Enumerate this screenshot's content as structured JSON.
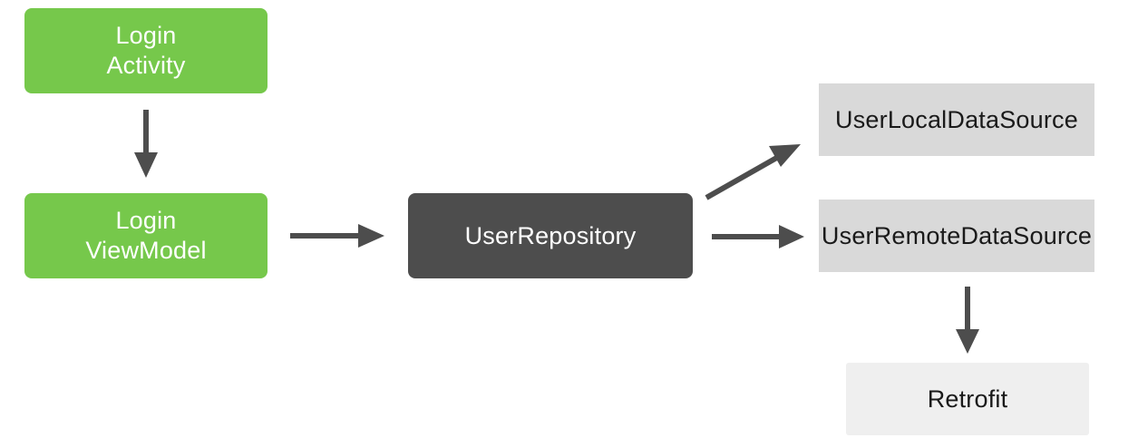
{
  "nodes": {
    "login_activity": {
      "lines": [
        "Login",
        "Activity"
      ],
      "color": "#76c84b"
    },
    "login_viewmodel": {
      "lines": [
        "Login",
        "ViewModel"
      ],
      "color": "#76c84b"
    },
    "user_repository": {
      "label": "UserRepository",
      "color": "#4d4d4d"
    },
    "user_local_data_source": {
      "label": "UserLocalDataSource",
      "color": "#d9d9d9"
    },
    "user_remote_data_source": {
      "label": "UserRemoteDataSource",
      "color": "#d9d9d9"
    },
    "retrofit": {
      "label": "Retrofit",
      "color": "#efefef"
    }
  },
  "edges": [
    {
      "from": "login_activity",
      "to": "login_viewmodel"
    },
    {
      "from": "login_viewmodel",
      "to": "user_repository"
    },
    {
      "from": "user_repository",
      "to": "user_local_data_source"
    },
    {
      "from": "user_repository",
      "to": "user_remote_data_source"
    },
    {
      "from": "user_remote_data_source",
      "to": "retrofit"
    }
  ],
  "arrow_color": "#4d4d4d"
}
